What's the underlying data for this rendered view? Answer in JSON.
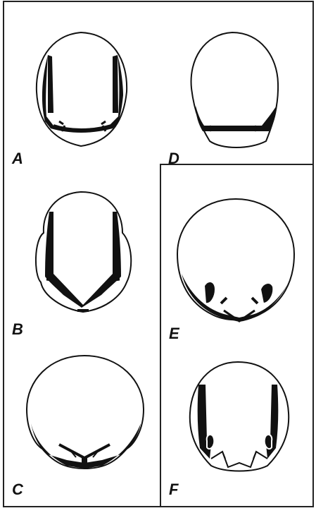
{
  "figure": {
    "panels": [
      {
        "id": "A",
        "label": "A"
      },
      {
        "id": "B",
        "label": "B"
      },
      {
        "id": "C",
        "label": "C"
      },
      {
        "id": "D",
        "label": "D"
      },
      {
        "id": "E",
        "label": "E"
      },
      {
        "id": "F",
        "label": "F"
      }
    ]
  },
  "colors": {
    "ink": "#111111",
    "paper": "#ffffff",
    "border": "#222222"
  }
}
